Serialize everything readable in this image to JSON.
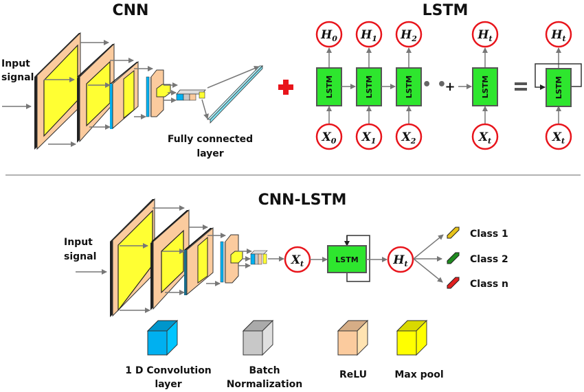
{
  "titles": {
    "cnn": "CNN",
    "lstm": "LSTM",
    "cnn_lstm": "CNN-LSTM"
  },
  "cnn": {
    "input_label_line1": "Input",
    "input_label_line2": "signal",
    "fc_label_line1": "Fully connected",
    "fc_label_line2": "layer"
  },
  "lstm": {
    "cell_label": "LSTM",
    "hidden_nodes": [
      {
        "base": "H",
        "sub": "0"
      },
      {
        "base": "H",
        "sub": "1"
      },
      {
        "base": "H",
        "sub": "2"
      },
      {
        "base": "H",
        "sub": "t"
      }
    ],
    "input_nodes": [
      {
        "base": "X",
        "sub": "0"
      },
      {
        "base": "X",
        "sub": "1"
      },
      {
        "base": "X",
        "sub": "2"
      },
      {
        "base": "X",
        "sub": "t"
      }
    ],
    "ellipsis": "• •",
    "plus": "+",
    "equals": "=",
    "rolled": {
      "hidden": {
        "base": "H",
        "sub": "t"
      },
      "input": {
        "base": "X",
        "sub": "t"
      }
    }
  },
  "combine_symbol": "+",
  "cnn_lstm": {
    "input_label_line1": "Input",
    "input_label_line2": "signal",
    "x_node": {
      "base": "X",
      "sub": "t"
    },
    "h_node": {
      "base": "H",
      "sub": "t"
    },
    "cell_label": "LSTM",
    "classes": [
      {
        "label": "Class 1",
        "color": "#e6c21a"
      },
      {
        "label": "Class 2",
        "color": "#1f8a1f"
      },
      {
        "label": "Class n",
        "color": "#e02020"
      }
    ]
  },
  "legend": [
    {
      "label_line1": "1 D Convolution",
      "label_line2": "layer",
      "color": "#00b0f0"
    },
    {
      "label_line1": "Batch",
      "label_line2": "Normalization",
      "color": "#c8c8c8"
    },
    {
      "label_line1": "ReLU",
      "label_line2": "",
      "color": "#fbcb9e"
    },
    {
      "label_line1": "Max pool",
      "label_line2": "",
      "color": "#ffff00"
    }
  ],
  "colors": {
    "conv": "#00b0f0",
    "batchnorm": "#c8c8c8",
    "relu": "#fbcb9e",
    "maxpool": "#ffff00",
    "lstm_cell": "#2ee62e",
    "node_ring": "#e8141b",
    "fc": "#7fe0f0"
  }
}
